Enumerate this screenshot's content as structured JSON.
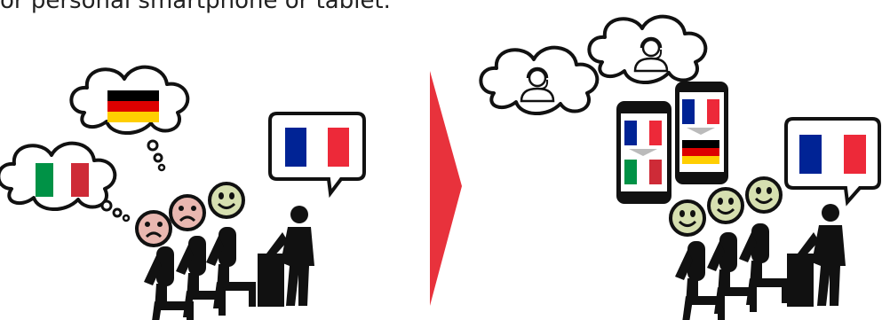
{
  "caption": "or personal smartphone or tablet.",
  "icons": {
    "before_scene": "group-of-tourists-confused",
    "after_scene": "group-of-tourists-happy",
    "arrow": "red-right-arrow",
    "operator": "headset-operator-icon"
  },
  "flags": {
    "germany": [
      "#000000",
      "#dd0000",
      "#ffce00"
    ],
    "italy": [
      "#009246",
      "#ffffff",
      "#ce2b37"
    ],
    "france": [
      "#002395",
      "#ffffff",
      "#ed2939"
    ]
  },
  "colors": {
    "arrow": "#e8323c",
    "sad_face": "#e9b7b0",
    "happy_face": "#d6dfb0",
    "outline": "#111111"
  }
}
